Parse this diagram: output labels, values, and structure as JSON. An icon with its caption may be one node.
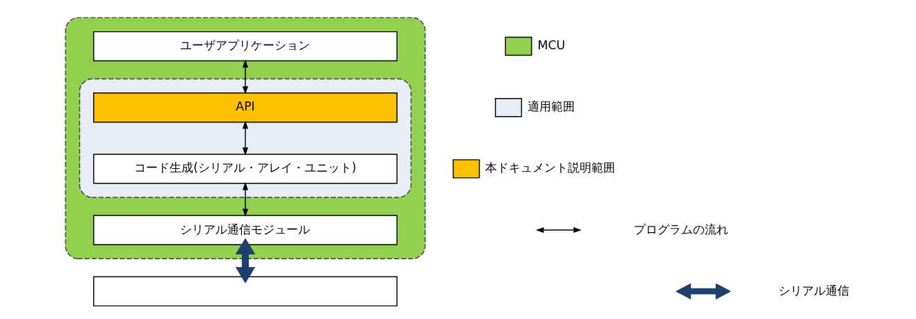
{
  "diagram": {
    "nodes": [
      {
        "text": [],
        "shape": "box"
      },
      {
        "text": [
          "ユーザアプリケーション"
        ],
        "in": 0
      },
      {
        "text": [],
        "shape": "box",
        "in": 0
      },
      {
        "text": [
          "API"
        ],
        "in": 2
      },
      {
        "text": [
          "コード生成(シリアル・アレイ・ユニット)"
        ],
        "in": 2
      },
      {
        "text": [
          "シリアル通信モジュール"
        ],
        "in": 0
      },
      {
        "text": [],
        "shape": "box"
      }
    ],
    "edges": [
      {
        "from": 1,
        "to": 3,
        "arrow": "both"
      },
      {
        "from": 3,
        "to": 4,
        "arrow": "both"
      },
      {
        "from": 4,
        "to": 5,
        "arrow": "both"
      },
      {
        "from": 5,
        "to": 6,
        "arrow": "both",
        "style": "thick",
        "color": "#1f3f6f"
      }
    ],
    "legend": [
      {
        "text": "MCU",
        "color": "#92d050"
      },
      {
        "text": "適用範囲",
        "color": "#e7ecf5"
      },
      {
        "text": "本ドキュメント説明範囲",
        "color": "#ffc000"
      },
      {
        "text": "プログラムの流れ"
      },
      {
        "text": "シリアル通信"
      }
    ]
  }
}
